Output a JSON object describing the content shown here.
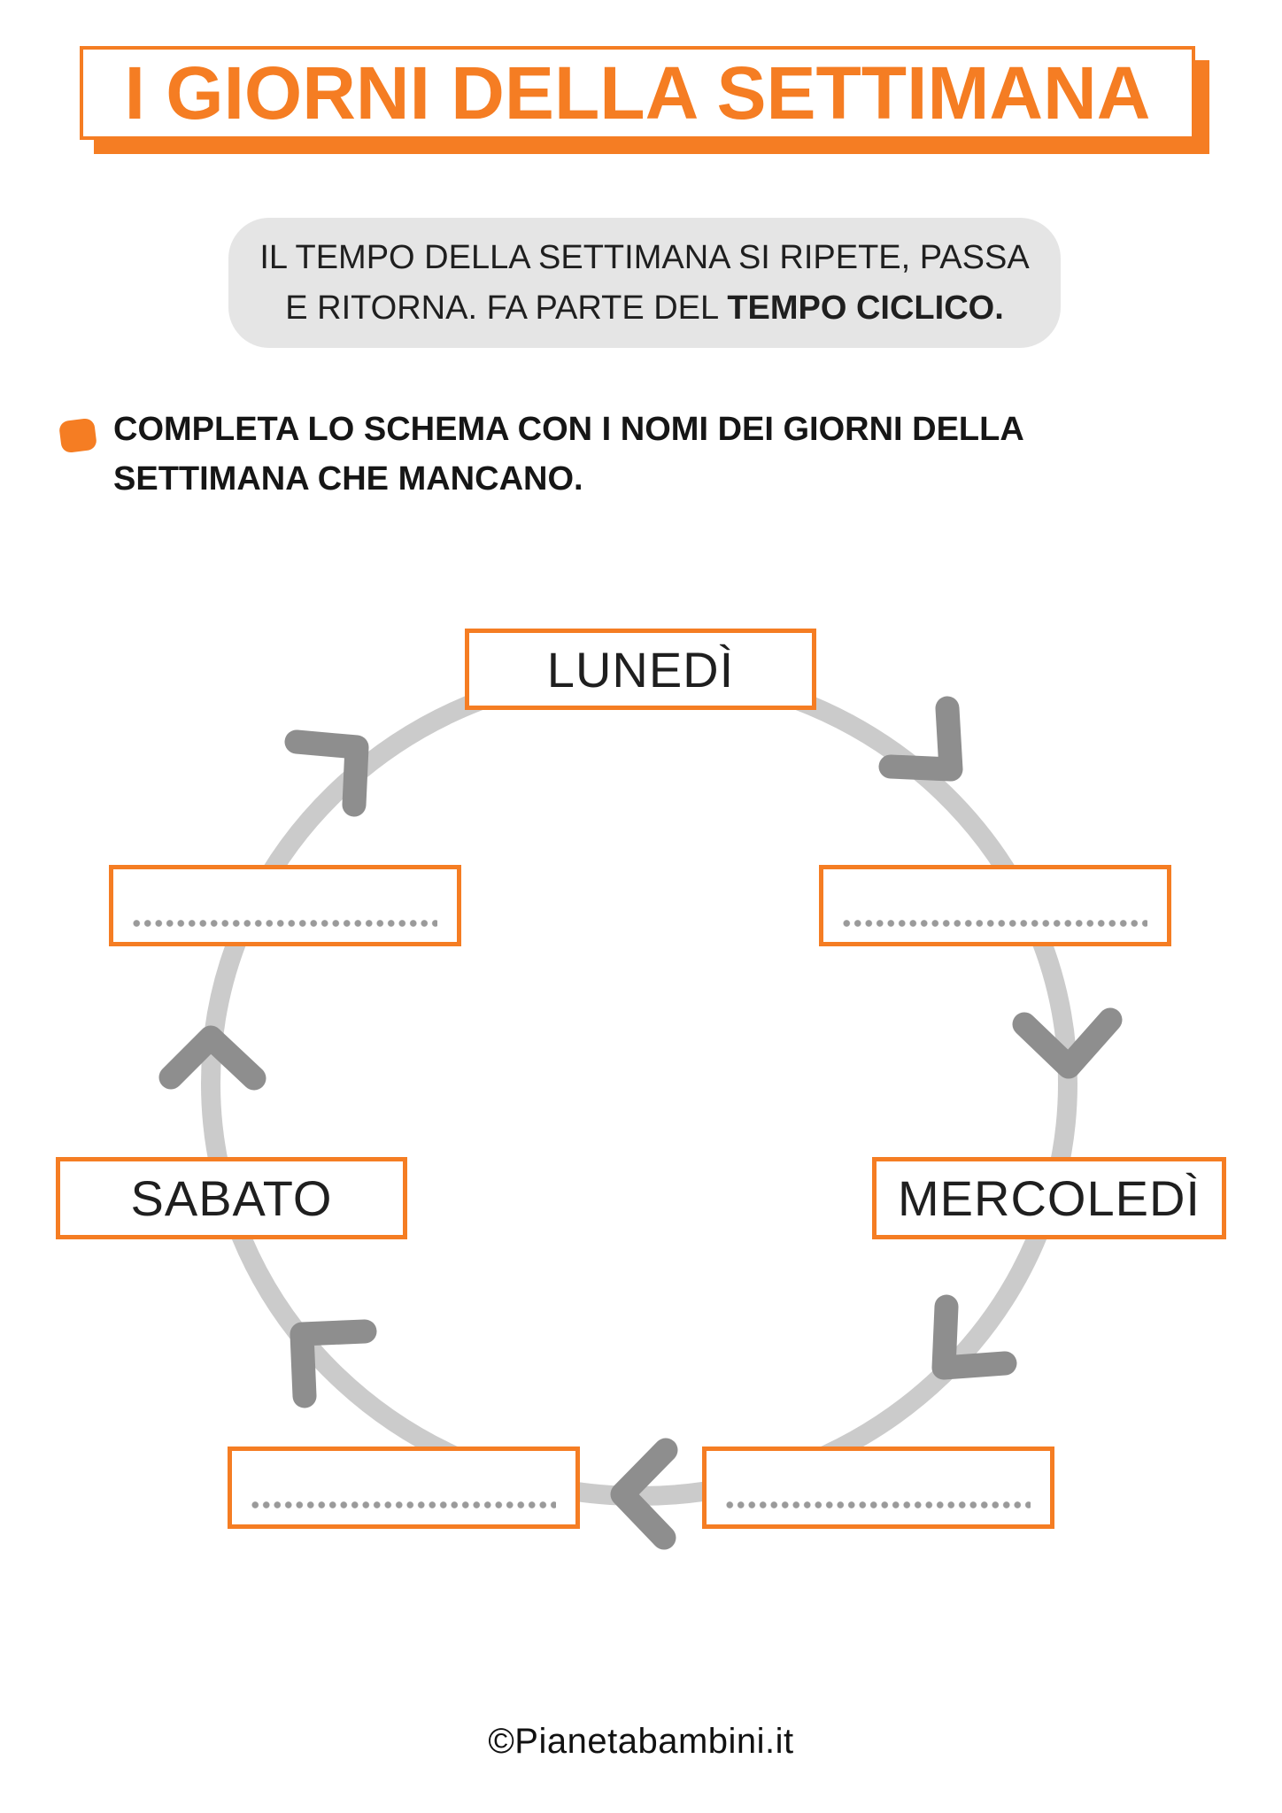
{
  "header": {
    "title": "I GIORNI DELLA SETTIMANA"
  },
  "intro": {
    "line1": "IL TEMPO DELLA SETTIMANA SI RIPETE, PASSA",
    "line2_normal": "E RITORNA. FA PARTE DEL ",
    "line2_bold": "TEMPO CICLICO."
  },
  "instruction": {
    "line1": "COMPLETA LO SCHEMA CON I NOMI DEI GIORNI DELLA",
    "line2": "SETTIMANA CHE MANCANO."
  },
  "diagram": {
    "direction": "clockwise",
    "boxes": [
      {
        "position": "top",
        "label": "LUNEDÌ",
        "filled": true
      },
      {
        "position": "upper-right",
        "label": "",
        "filled": false
      },
      {
        "position": "right",
        "label": "MERCOLEDÌ",
        "filled": true
      },
      {
        "position": "lower-right",
        "label": "",
        "filled": false
      },
      {
        "position": "lower-left",
        "label": "",
        "filled": false
      },
      {
        "position": "left",
        "label": "SABATO",
        "filled": true
      },
      {
        "position": "upper-left",
        "label": "",
        "filled": false
      }
    ]
  },
  "footer": {
    "text": "©Pianetabambini.it"
  },
  "colors": {
    "accent_orange": "#F57D23",
    "circle_gray": "#CBCBCB",
    "arrow_gray": "#8E8E8E",
    "callout_bg": "#E5E5E5",
    "dots_gray": "#9A9A9A",
    "text_dark": "#1F1F1F"
  }
}
